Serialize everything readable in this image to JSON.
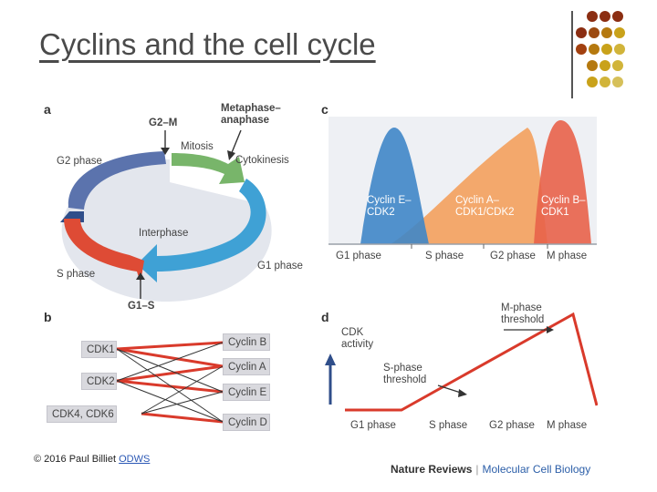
{
  "title": "Cyclins and the cell cycle",
  "copyright": {
    "text": "© 2016 Paul Billiet ",
    "link": "ODWS"
  },
  "footer": {
    "publisher": "Nature Reviews",
    "journal": "Molecular Cell Biology"
  },
  "decor": {
    "dot_rows": [
      [
        "#8b2e12",
        "#8b2e12",
        "#8b2e12"
      ],
      [
        "#8b2e12",
        "#9c4a10",
        "#b5790f",
        "#c9a21a"
      ],
      [
        "#a2400f",
        "#b5790f",
        "#c9a21a",
        "#d1b43a"
      ],
      [
        "#b5790f",
        "#c9a21a",
        "#d1b43a"
      ],
      [
        "#c9a21a",
        "#d1b43a",
        "#d6c05a"
      ]
    ]
  },
  "panel_a": {
    "letter": "a",
    "labels": {
      "g2m": "G2–M",
      "meta": "Metaphase–\nanaphase",
      "mitosis": "Mitosis",
      "cytokinesis": "Cytokinesis",
      "g2": "G2 phase",
      "interphase": "Interphase",
      "g1": "G1 phase",
      "s": "S phase",
      "g1s": "G1–S"
    }
  },
  "panel_b": {
    "letter": "b",
    "cdks": [
      "CDK1",
      "CDK2",
      "CDK4, CDK6"
    ],
    "cyclins": [
      "Cyclin B",
      "Cyclin A",
      "Cyclin E",
      "Cyclin D"
    ]
  },
  "panel_c": {
    "letter": "c",
    "curves": [
      {
        "label": "Cyclin E–\nCDK2",
        "color": "#3f86c8"
      },
      {
        "label": "Cyclin A–\nCDK1/CDK2",
        "color": "#f3a25f"
      },
      {
        "label": "Cyclin B–\nCDK1",
        "color": "#e8624a"
      }
    ],
    "phases": [
      "G1 phase",
      "S phase",
      "G2 phase",
      "M phase"
    ]
  },
  "panel_d": {
    "letter": "d",
    "ylabel": "CDK\nactivity",
    "m_threshold": "M-phase\nthreshold",
    "s_threshold": "S-phase\nthreshold",
    "phases": [
      "G1 phase",
      "S phase",
      "G2 phase",
      "M phase"
    ]
  },
  "colors": {
    "red": "#d93a2b",
    "g1_blue": "#3fa1d5",
    "s_red": "#de4b35",
    "g2_blue": "#5b73ad",
    "m_green": "#78b56a"
  }
}
